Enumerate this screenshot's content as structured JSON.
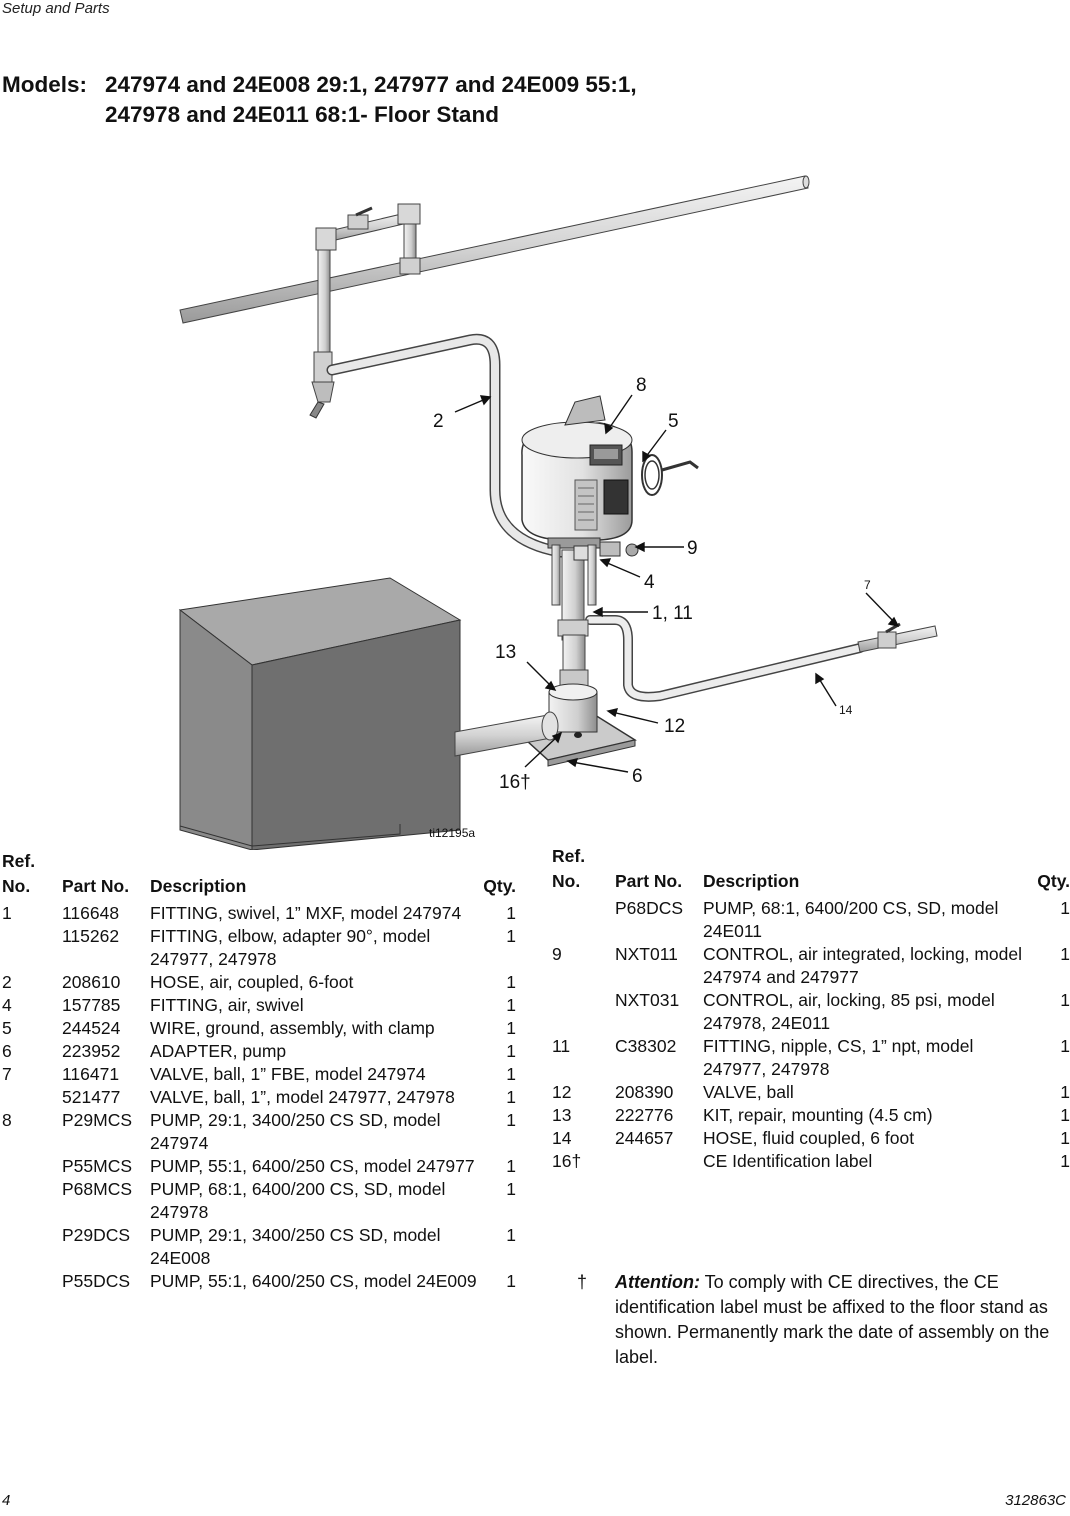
{
  "header": {
    "section": "Setup and Parts"
  },
  "title": {
    "label": "Models:",
    "line1": "247974 and 24E008 29:1, 247977 and 24E009 55:1,",
    "line2": "247978 and 24E011 68:1- Floor Stand"
  },
  "figure": {
    "id": "ti12195a",
    "callouts": [
      "2",
      "8",
      "5",
      "9",
      "4",
      "7",
      "1, 11",
      "13",
      "12",
      "14",
      "16†",
      "6"
    ]
  },
  "table_headers": {
    "ref_line1": "Ref.",
    "ref_line2": "No.",
    "part": "Part No.",
    "desc": "Description",
    "qty": "Qty."
  },
  "parts_left": [
    {
      "ref": "1",
      "part": "116648",
      "desc": "FITTING, swivel, 1” MXF, model 247974",
      "qty": "1"
    },
    {
      "ref": "",
      "part": "115262",
      "desc": "FITTING, elbow, adapter 90°, model 247977, 247978",
      "qty": "1"
    },
    {
      "ref": "2",
      "part": "208610",
      "desc": "HOSE, air, coupled, 6-foot",
      "qty": "1"
    },
    {
      "ref": "4",
      "part": "157785",
      "desc": "FITTING, air, swivel",
      "qty": "1"
    },
    {
      "ref": "5",
      "part": "244524",
      "desc": "WIRE, ground, assembly, with clamp",
      "qty": "1"
    },
    {
      "ref": "6",
      "part": "223952",
      "desc": "ADAPTER, pump",
      "qty": "1"
    },
    {
      "ref": "7",
      "part": "116471",
      "desc": "VALVE, ball, 1” FBE, model 247974",
      "qty": "1"
    },
    {
      "ref": "",
      "part": "521477",
      "desc": "VALVE, ball, 1”, model 247977, 247978",
      "qty": "1"
    },
    {
      "ref": "8",
      "part": "P29MCS",
      "desc": "PUMP, 29:1, 3400/250 CS SD, model 247974",
      "qty": "1"
    },
    {
      "ref": "",
      "part": "P55MCS",
      "desc": "PUMP, 55:1, 6400/250 CS, model 247977",
      "qty": "1"
    },
    {
      "ref": "",
      "part": "P68MCS",
      "desc": "PUMP, 68:1, 6400/200 CS, SD, model 247978",
      "qty": "1"
    },
    {
      "ref": "",
      "part": "P29DCS",
      "desc": "PUMP, 29:1, 3400/250 CS SD, model 24E008",
      "qty": "1"
    },
    {
      "ref": "",
      "part": "P55DCS",
      "desc": "PUMP, 55:1, 6400/250 CS, model 24E009",
      "qty": "1"
    }
  ],
  "parts_right": [
    {
      "ref": "",
      "part": "P68DCS",
      "desc": "PUMP, 68:1, 6400/200 CS, SD, model 24E011",
      "qty": "1"
    },
    {
      "ref": "9",
      "part": "NXT011",
      "desc": "CONTROL, air integrated, locking, model 247974 and 247977",
      "qty": "1"
    },
    {
      "ref": "",
      "part": "NXT031",
      "desc": "CONTROL, air, locking, 85 psi, model 247978, 24E011",
      "qty": "1"
    },
    {
      "ref": "11",
      "part": "C38302",
      "desc": "FITTING, nipple, CS, 1” npt, model 247977, 247978",
      "qty": "1"
    },
    {
      "ref": "12",
      "part": "208390",
      "desc": "VALVE, ball",
      "qty": "1"
    },
    {
      "ref": "13",
      "part": "222776",
      "desc": "KIT, repair, mounting (4.5 cm)",
      "qty": "1"
    },
    {
      "ref": "14",
      "part": "244657",
      "desc": "HOSE, fluid coupled, 6 foot",
      "qty": "1"
    },
    {
      "ref": "16†",
      "part": "",
      "desc": "CE Identification label",
      "qty": "1"
    }
  ],
  "attention": {
    "dagger": "†",
    "label": "Attention:",
    "text": " To comply with CE directives, the CE identification label must be affixed to the floor stand as shown. Permanently mark the date of assembly on the label."
  },
  "footer": {
    "page": "4",
    "doc": "312863C"
  }
}
